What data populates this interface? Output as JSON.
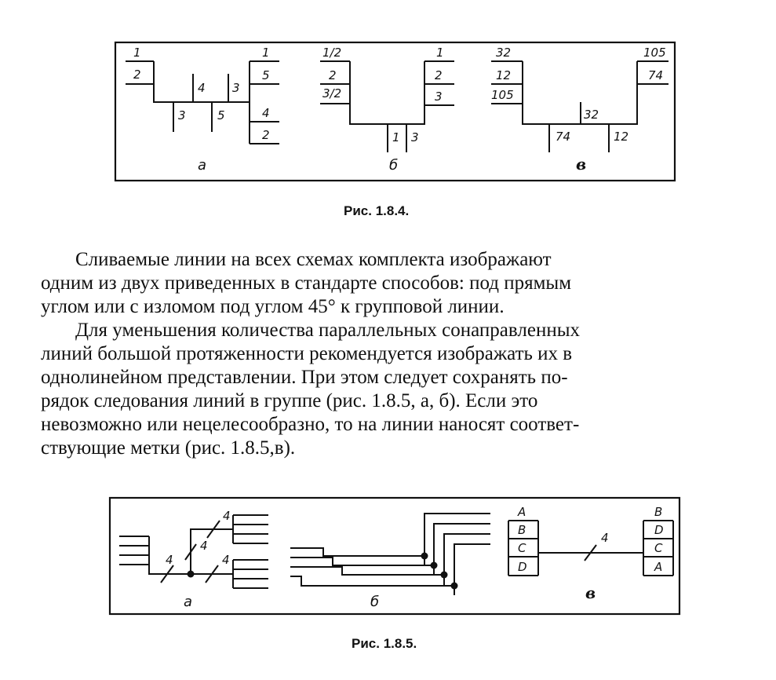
{
  "fig184": {
    "caption": "Рис. 1.8.4.",
    "a": {
      "sublabel": "а",
      "left_top": "1",
      "left_cells": [
        "2"
      ],
      "bus_up": [
        "4",
        "3"
      ],
      "bus_down": [
        "3",
        "5"
      ],
      "right_top": "1",
      "right_cells": [
        "5",
        "4",
        "2"
      ]
    },
    "b": {
      "sublabel": "б",
      "left_top": "1/2",
      "left_cells": [
        "2",
        "3/2"
      ],
      "bus_down": [
        "1",
        "3"
      ],
      "right_top": "1",
      "right_cells": [
        "2",
        "3"
      ]
    },
    "v": {
      "sublabel": "в",
      "left_top": "32",
      "left_cells": [
        "12",
        "105"
      ],
      "bus_up": [
        "32"
      ],
      "bus_down": [
        "74",
        "12"
      ],
      "right_top": "105",
      "right_cells": [
        "74"
      ]
    }
  },
  "paragraph1": [
    "Сливаемые линии на всех  схемах  комплекта изображают",
    "одним из двух приведенных в стандарте способов: под прямым",
    "углом или с изломом под углом 45° к групповой линии."
  ],
  "paragraph2": [
    "Для уменьшения количества параллельных сонаправленных",
    "линий большой протяженности рекомендуется изображать их в",
    "однолинейном представлении. При этом следует сохранять по-",
    "рядок следования линий в группе (рис. 1.8.5, а, б). Если это",
    "невозможно или нецелесообразно, то на линии наносят соответ-",
    "ствующие метки (рис. 1.8.5,в)."
  ],
  "fig185": {
    "caption": "Рис. 1.8.5.",
    "a": {
      "sublabel": "а",
      "marks": [
        "4",
        "4",
        "4",
        "4"
      ]
    },
    "b": {
      "sublabel": "б"
    },
    "v": {
      "sublabel": "в",
      "left_cells": [
        "А",
        "В",
        "С",
        "D"
      ],
      "mark": "4",
      "right_cells": [
        "В",
        "D",
        "С",
        "А"
      ]
    }
  }
}
